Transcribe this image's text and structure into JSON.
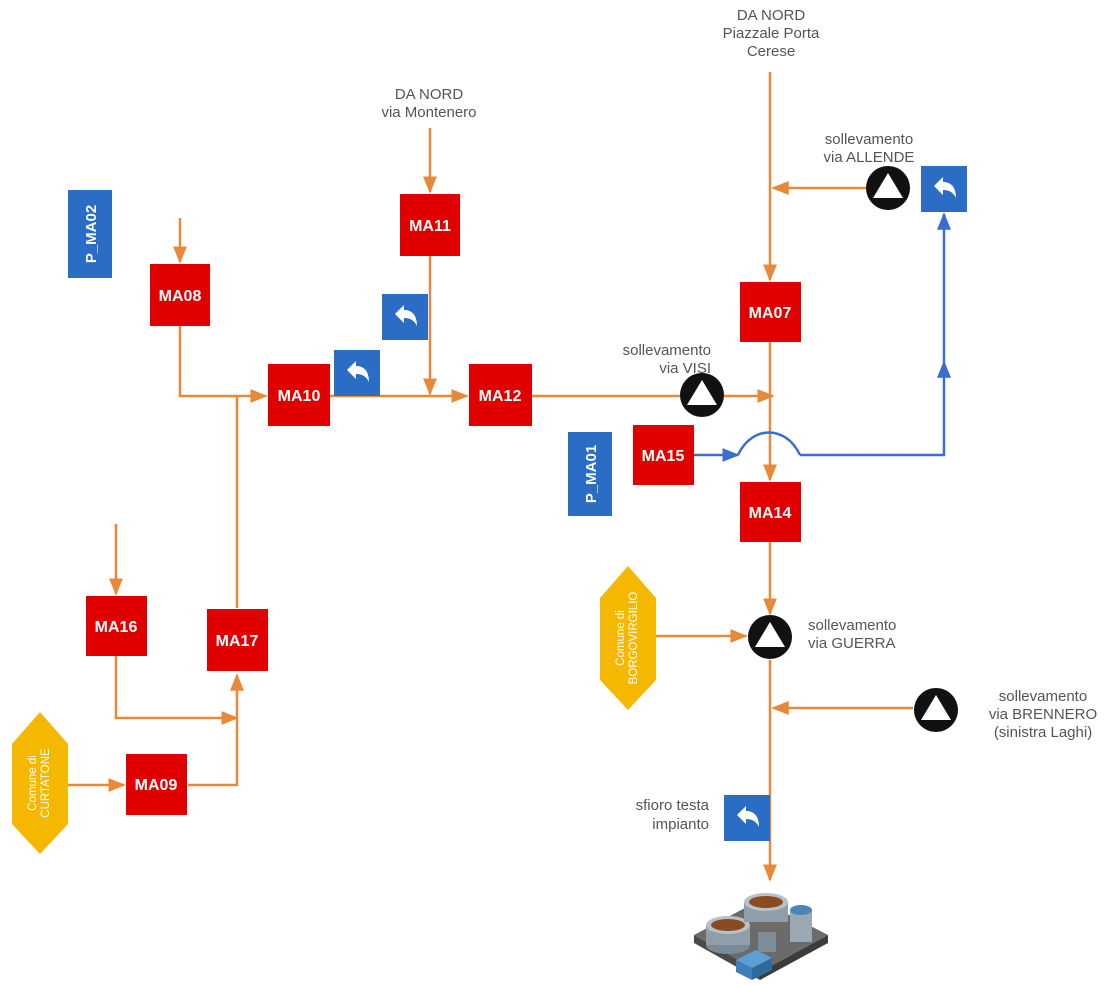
{
  "colors": {
    "flow": "#E8893A",
    "flow_blue": "#3A6FC9",
    "node": "#E00000",
    "control": "#2B6CC4",
    "boundary": "#F5B800",
    "pump": "#111111"
  },
  "nodes": {
    "ma02": "P_MA02",
    "ma08": "MA08",
    "ma11": "MA11",
    "ma10": "MA10",
    "ma12": "MA12",
    "ma07": "MA07",
    "ma15": "MA15",
    "ma14": "MA14",
    "ma01": "P_MA01",
    "ma16": "MA16",
    "ma17": "MA17",
    "ma09": "MA09"
  },
  "labels": {
    "nord_montenero": [
      "DA  NORD",
      "via Montenero"
    ],
    "nord_cerese": [
      "DA NORD",
      "Piazzale Porta",
      "Cerese"
    ],
    "soll_allende": [
      "sollevamento",
      "via ALLENDE"
    ],
    "soll_visi": [
      "sollevamento",
      "via VISI"
    ],
    "soll_guerra": [
      "sollevamento",
      "via GUERRA"
    ],
    "soll_brennero": [
      "sollevamento",
      "via BRENNERO",
      "(sinistra Laghi)"
    ],
    "sfioro": [
      "sfioro testa",
      "impianto"
    ],
    "comune_borgo": [
      "Comune di",
      "BORGOVIRGILIO"
    ],
    "comune_curtatone": [
      "Comune di",
      "CURTATONE"
    ]
  },
  "icons": {
    "pump": "pump-triangle-icon",
    "overflow": "return-arrow-icon",
    "plant": "treatment-plant-icon"
  }
}
